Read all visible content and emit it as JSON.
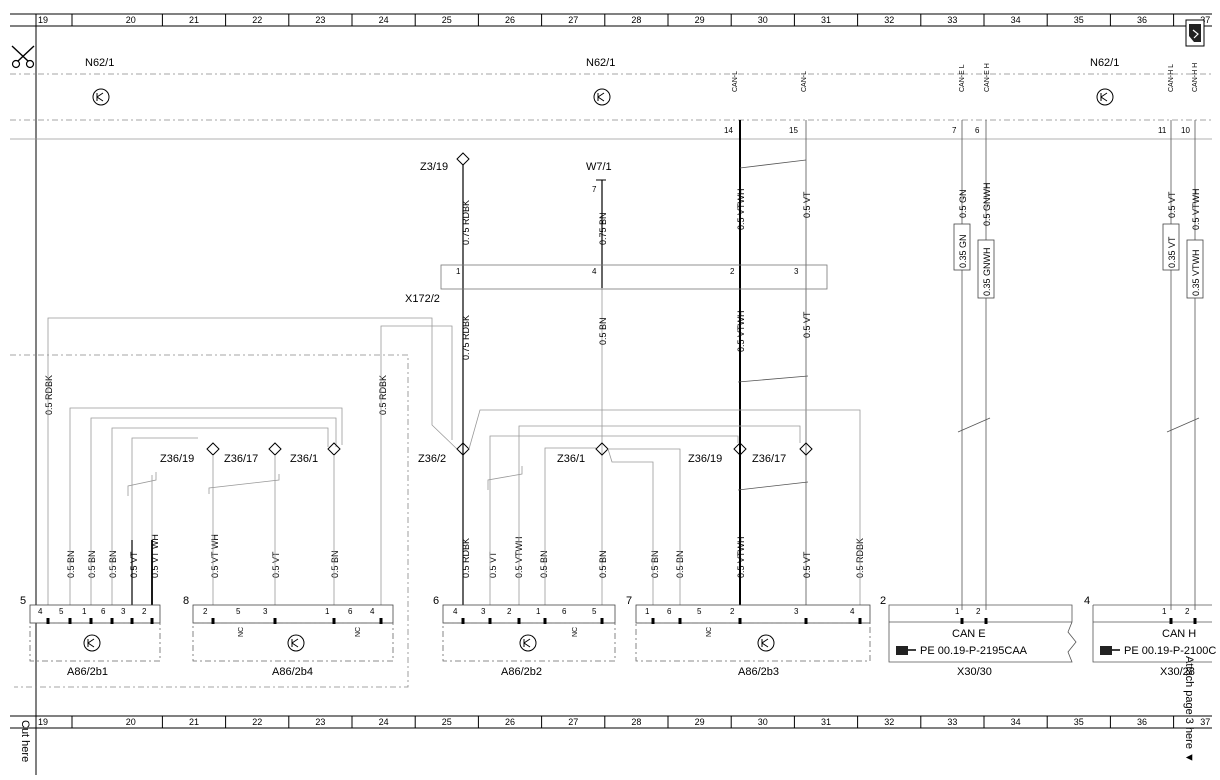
{
  "ruler": {
    "numbers": [
      "19",
      "20",
      "21",
      "22",
      "23",
      "24",
      "25",
      "26",
      "27",
      "28",
      "29",
      "30",
      "31",
      "32",
      "33",
      "34",
      "35",
      "36",
      "37"
    ]
  },
  "margin": {
    "cut_here": "Cut here",
    "attach_page": "Attach page 3 here ▼"
  },
  "n62": {
    "label": "N62/1",
    "pins": {
      "can_l_1": "CAN-L",
      "can_l_2": "CAN-L",
      "can_e_l": "CAN-E L",
      "can_e_h": "CAN-E H",
      "can_h_l": "CAN-H L",
      "can_h_h": "CAN-H H"
    },
    "pin_numbers": {
      "p14": "14",
      "p15": "15",
      "p7": "7",
      "p6": "6",
      "p11": "11",
      "p10": "10"
    }
  },
  "connectors": {
    "z3_19": "Z3/19",
    "w7_1": "W7/1",
    "w7_1_pin": "7",
    "x172_2": "X172/2",
    "x172_pins": {
      "p1": "1",
      "p4": "4",
      "p2": "2",
      "p3": "3"
    }
  },
  "wires": {
    "rdbk075": "0.75 RDBK",
    "bn075": "0.75 BN",
    "vtwh05": "0.5 VTWH",
    "vt05": "0.5 VT",
    "gn05": "0.5 GN",
    "gnwh05": "0.5 GNWH",
    "gn035": "0.35 GN",
    "gnwh035": "0.35 GNWH",
    "vt035": "0.35 VT",
    "vtwh035": "0.35 VTWH",
    "rdbk05": "0.5 RDBK",
    "bn05": "0.5 BN",
    "vtwh_sp": "0.5 VT WH"
  },
  "splices": {
    "z36_19": "Z36/19",
    "z36_17": "Z36/17",
    "z36_1": "Z36/1",
    "z36_2": "Z36/2"
  },
  "components": [
    {
      "name": "A86/2b1",
      "num": "5",
      "pins": [
        "4",
        "5",
        "1",
        "6",
        "3",
        "2"
      ]
    },
    {
      "name": "A86/2b4",
      "num": "8",
      "pins": [
        "2",
        "5",
        "3",
        "1",
        "6",
        "4"
      ]
    },
    {
      "name": "A86/2b2",
      "num": "6",
      "pins": [
        "4",
        "3",
        "2",
        "1",
        "6",
        "5"
      ]
    },
    {
      "name": "A86/2b3",
      "num": "7",
      "pins": [
        "1",
        "6",
        "5",
        "2",
        "3",
        "4"
      ]
    }
  ],
  "nc": "NC",
  "can_blocks": [
    {
      "num": "2",
      "title": "CAN E",
      "ref": "PE 00.19-P-2195CAA",
      "name": "X30/30",
      "pins": [
        "1",
        "2"
      ]
    },
    {
      "num": "4",
      "title": "CAN H",
      "ref": "PE 00.19-P-2100C",
      "name": "X30/28",
      "pins": [
        "1",
        "2"
      ]
    }
  ]
}
